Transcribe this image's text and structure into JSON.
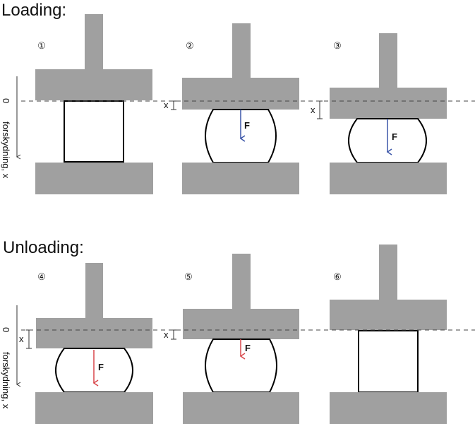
{
  "loading": {
    "title": "Loading:",
    "axis_zero": "0",
    "axis_label": "forskydning, x",
    "panels": [
      {
        "number": "①"
      },
      {
        "number": "②",
        "force": "F",
        "disp": "x"
      },
      {
        "number": "③",
        "force": "F",
        "disp": "x"
      }
    ]
  },
  "unloading": {
    "title": "Unloading:",
    "axis_zero": "0",
    "axis_label": "forskydning, x",
    "panels": [
      {
        "number": "④",
        "force": "F",
        "disp": "x"
      },
      {
        "number": "⑤",
        "force": "F",
        "disp": "x"
      },
      {
        "number": "⑥"
      }
    ]
  },
  "colors": {
    "plate": "#a0a0a0",
    "load_force": "#3a55a8",
    "unload_force": "#d9464a"
  }
}
